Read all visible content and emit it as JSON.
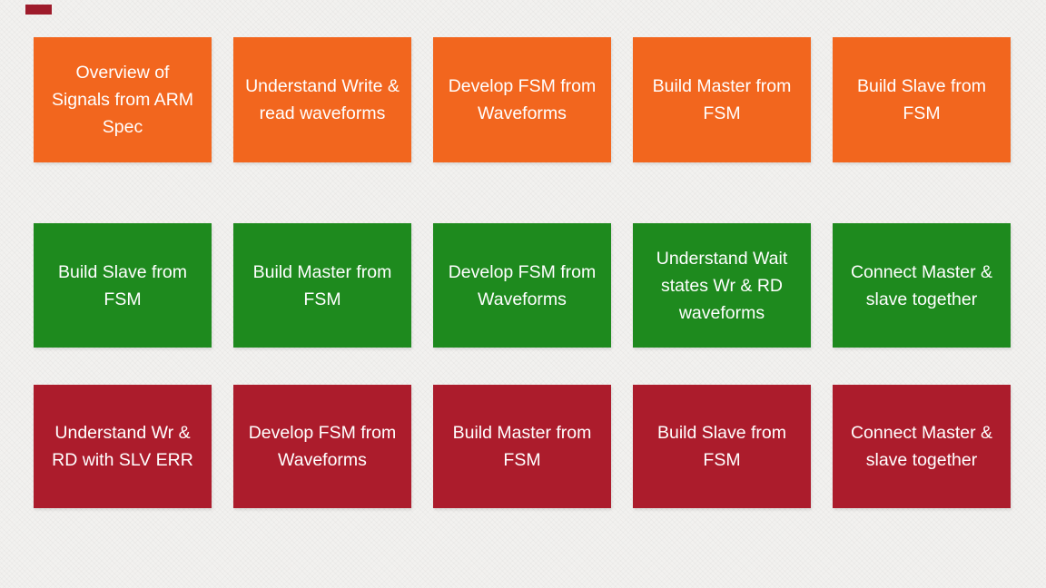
{
  "page": {
    "background_color": "#f2f1ef",
    "text_color": "#ffffff"
  },
  "corner_mark": {
    "color": "#9e1b2b"
  },
  "rows": [
    {
      "name": "phase-1",
      "color": "#f2661e",
      "cards": [
        {
          "label": "Overview of\nSignals from ARM\nSpec"
        },
        {
          "label": "Understand Write &\nread waveforms"
        },
        {
          "label": "Develop FSM from\nWaveforms"
        },
        {
          "label": "Build Master from\nFSM"
        },
        {
          "label": "Build Slave from\nFSM"
        }
      ]
    },
    {
      "name": "phase-2",
      "color": "#1e8a1e",
      "cards": [
        {
          "label": "Build Slave from\nFSM"
        },
        {
          "label": "Build Master from\nFSM"
        },
        {
          "label": "Develop FSM from\nWaveforms"
        },
        {
          "label": "Understand Wait\nstates Wr & RD\nwaveforms"
        },
        {
          "label": "Connect Master &\nslave together"
        }
      ]
    },
    {
      "name": "phase-3",
      "color": "#ac1c2c",
      "cards": [
        {
          "label": "Understand Wr &\nRD with SLV ERR"
        },
        {
          "label": "Develop FSM from\nWaveforms"
        },
        {
          "label": "Build Master from\nFSM"
        },
        {
          "label": "Build Slave from\nFSM"
        },
        {
          "label": "Connect Master &\nslave together"
        }
      ]
    }
  ]
}
